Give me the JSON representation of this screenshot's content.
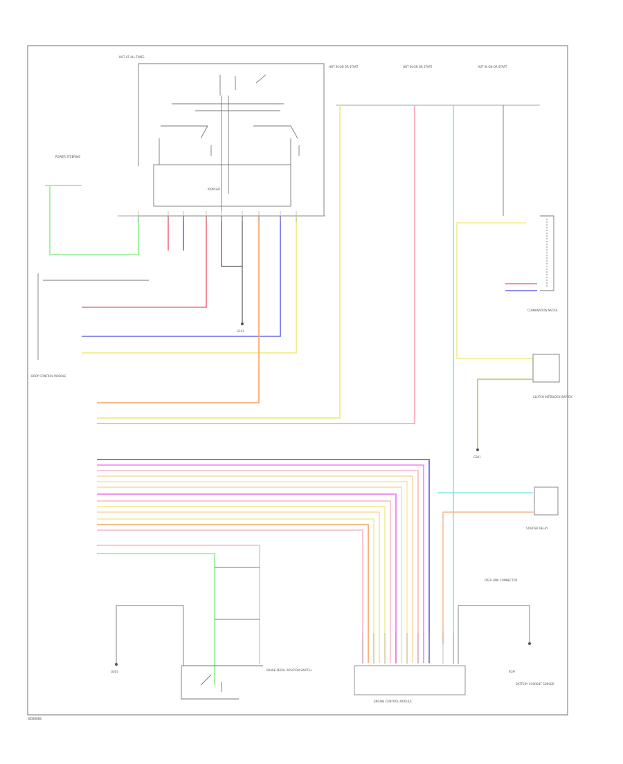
{
  "diagram": {
    "colors": {
      "frame": "#555555",
      "red": "#f06c7c",
      "blue": "#6a6ae8",
      "yellow": "#f2ec86",
      "orange": "#f4a460",
      "green": "#90ee90",
      "cyan": "#7fe5ea",
      "magenta": "#ee82ee",
      "olive": "#b8c36a",
      "pink": "#f9b7c2",
      "peach": "#f7d7a0",
      "black": "#333333"
    },
    "labels": {
      "fuse_top_left": "HOT AT ALL TIMES",
      "fuse_mid_1": "HOT IN ON OR START",
      "fuse_right_1": "HOT IN ON OR START",
      "fuse_right_2": "HOT IN ON OR START",
      "sensor_left": "POWER STEERING",
      "steering_block": "IPDM E/R",
      "left_module": "BODY CONTROL MODULE",
      "right_module": "COMBINATION METER",
      "switch_right": "CLUTCH INTERLOCK SWITCH",
      "relay_right": "STARTER RELAY",
      "ecm_label": "ECM",
      "data_link": "DATA LINK CONNECTOR",
      "ground": "G101",
      "ground_2": "G201",
      "ground_3": "G301",
      "bottom_switch": "BRAKE PEDAL POSITION SWITCH",
      "bottom_block": "ENGINE CONTROL MODULE",
      "bottom_right": "BATTERY CURRENT SENSOR",
      "corner_tag": "WD88888"
    }
  }
}
